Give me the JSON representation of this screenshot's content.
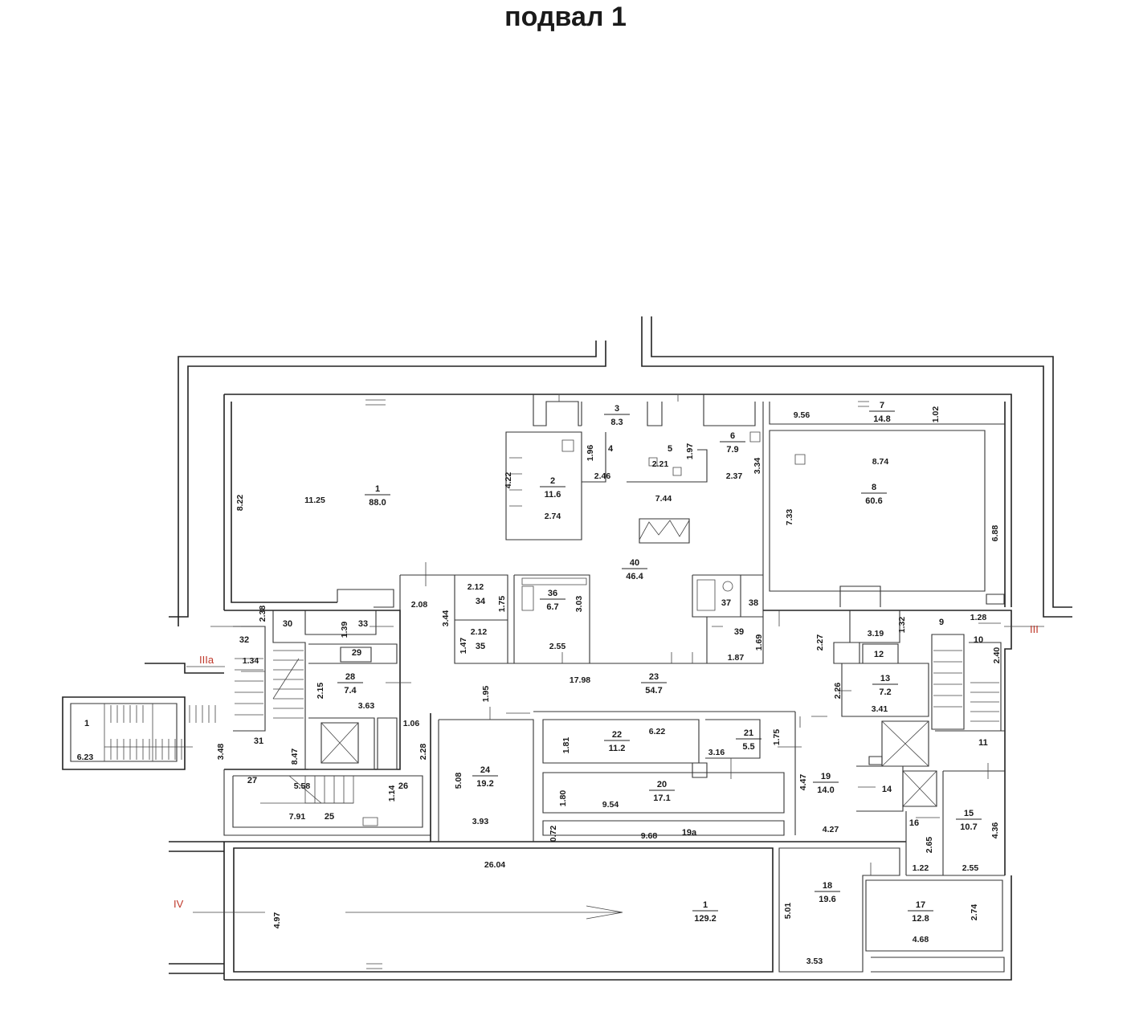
{
  "title": "подвал 1",
  "axis_marks": [
    {
      "id": "axis-III",
      "text": "III"
    },
    {
      "id": "axis-IIIa",
      "text": "IIIa"
    },
    {
      "id": "axis-IV",
      "text": "IV"
    }
  ],
  "rooms": [
    {
      "id": "r1-main",
      "number": "1",
      "area": "88.0"
    },
    {
      "id": "r2",
      "number": "2",
      "area": "11.6"
    },
    {
      "id": "r3",
      "number": "3",
      "area": "8.3"
    },
    {
      "id": "r4",
      "number": "4",
      "area": ""
    },
    {
      "id": "r5",
      "number": "5",
      "area": ""
    },
    {
      "id": "r6",
      "number": "6",
      "area": "7.9"
    },
    {
      "id": "r7",
      "number": "7",
      "area": "14.8"
    },
    {
      "id": "r8",
      "number": "8",
      "area": "60.6"
    },
    {
      "id": "r9",
      "number": "9",
      "area": ""
    },
    {
      "id": "r10",
      "number": "10",
      "area": ""
    },
    {
      "id": "r11",
      "number": "11",
      "area": ""
    },
    {
      "id": "r12",
      "number": "12",
      "area": ""
    },
    {
      "id": "r13",
      "number": "13",
      "area": "7.2"
    },
    {
      "id": "r14",
      "number": "14",
      "area": ""
    },
    {
      "id": "r15",
      "number": "15",
      "area": "10.7"
    },
    {
      "id": "r16",
      "number": "16",
      "area": ""
    },
    {
      "id": "r17",
      "number": "17",
      "area": "12.8"
    },
    {
      "id": "r18",
      "number": "18",
      "area": "19.6"
    },
    {
      "id": "r19",
      "number": "19",
      "area": "14.0"
    },
    {
      "id": "r19a",
      "number": "19а",
      "area": ""
    },
    {
      "id": "r20",
      "number": "20",
      "area": "17.1"
    },
    {
      "id": "r21",
      "number": "21",
      "area": "5.5"
    },
    {
      "id": "r22",
      "number": "22",
      "area": "11.2"
    },
    {
      "id": "r23",
      "number": "23",
      "area": "54.7"
    },
    {
      "id": "r24",
      "number": "24",
      "area": "19.2"
    },
    {
      "id": "r25",
      "number": "25",
      "area": ""
    },
    {
      "id": "r26",
      "number": "26",
      "area": ""
    },
    {
      "id": "r27",
      "number": "27",
      "area": ""
    },
    {
      "id": "r28",
      "number": "28",
      "area": "7.4"
    },
    {
      "id": "r29",
      "number": "29",
      "area": ""
    },
    {
      "id": "r30",
      "number": "30",
      "area": ""
    },
    {
      "id": "r31",
      "number": "31",
      "area": ""
    },
    {
      "id": "r32",
      "number": "32",
      "area": ""
    },
    {
      "id": "r33",
      "number": "33",
      "area": ""
    },
    {
      "id": "r34",
      "number": "34",
      "area": ""
    },
    {
      "id": "r35",
      "number": "35",
      "area": ""
    },
    {
      "id": "r36",
      "number": "36",
      "area": "6.7"
    },
    {
      "id": "r37",
      "number": "37",
      "area": ""
    },
    {
      "id": "r38",
      "number": "38",
      "area": ""
    },
    {
      "id": "r39",
      "number": "39",
      "area": ""
    },
    {
      "id": "r40",
      "number": "40",
      "area": "46.4"
    },
    {
      "id": "r1-entry",
      "number": "1",
      "area": ""
    },
    {
      "id": "r1-corridor",
      "number": "1",
      "area": "129.2"
    }
  ],
  "dimensions": [
    "11.25",
    "8.22",
    "4.22",
    "2.74",
    "1.96",
    "2.46",
    "2.21",
    "1.97",
    "7.44",
    "2.37",
    "3.34",
    "9.56",
    "1.02",
    "8.74",
    "7.33",
    "6.88",
    "2.08",
    "2.12",
    "1.75",
    "3.44",
    "1.47",
    "2.12",
    "3.03",
    "2.55",
    "1.69",
    "1.87",
    "17.98",
    "2.38",
    "1.39",
    "1.34",
    "2.15",
    "3.63",
    "1.06",
    "6.23",
    "3.48",
    "8.47",
    "2.28",
    "5.58",
    "1.14",
    "7.91",
    "1.95",
    "5.08",
    "3.93",
    "1.81",
    "6.22",
    "1.80",
    "9.54",
    "3.16",
    "1.75",
    "0.72",
    "9.68",
    "26.04",
    "4.97",
    "2.27",
    "3.19",
    "1.32",
    "1.28",
    "2.40",
    "2.26",
    "3.41",
    "4.47",
    "4.27",
    "2.65",
    "1.22",
    "4.36",
    "2.55",
    "5.01",
    "3.53",
    "2.74",
    "4.68"
  ]
}
